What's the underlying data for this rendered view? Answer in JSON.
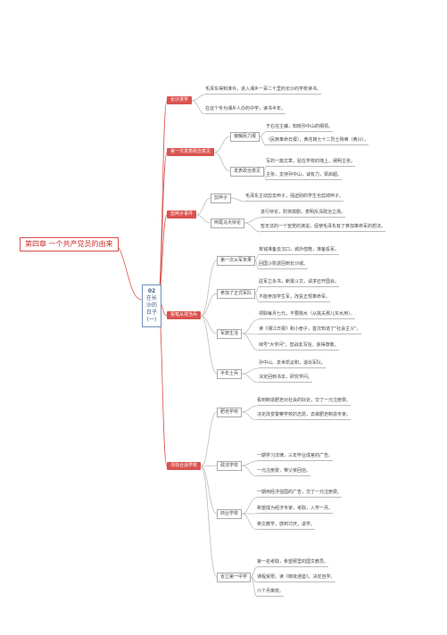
{
  "root": "第四章 一个共产党员的由来",
  "center": {
    "number": "02",
    "title": "在长沙的日子(一)"
  },
  "nodes": [
    {
      "key": "a",
      "label": "长沙求学",
      "children": [
        {
          "label": "毛泽东得到准许，进入湘乡一百二十里的长沙的学校读书。"
        },
        {
          "label": "在这个专为湘乡人办的中学，读书半年。"
        }
      ]
    },
    {
      "key": "b",
      "label": "第一次发表政治意见",
      "children": [
        {
          "label": "接触民力报",
          "children": [
            {
              "label": "于右任主编，知晓孙中山的纲领。"
            },
            {
              "label": "（民族革命日报），黄花岗七十二烈士殉难（黄兴）。"
            }
          ]
        },
        {
          "label": "发表政治意见",
          "children": [
            {
              "label": "写的一篇文章，贴在学校的墙上，阐明主张。"
            },
            {
              "label": "主张，支持孙中山，谈有力，梁启超。"
            }
          ]
        }
      ]
    },
    {
      "key": "c",
      "label": "剪辫子事件",
      "children": [
        {
          "label": "剪辫子",
          "children": [
            {
              "label": "毛泽东主动剪去辫子，强迫别的学生也剪掉辫子。"
            }
          ]
        },
        {
          "label": "辫尾马大辩论",
          "children": [
            {
              "label": "进行辩论，防将搞剧，表明反清政治立场。"
            },
            {
              "label": "暂无法的一个宣党的演说，促使毛泽东有了参加革命军的想法。"
            }
          ]
        }
      ]
    },
    {
      "key": "d",
      "label": "投笔从戎当兵",
      "children": [
        {
          "label": "第一次从军未果",
          "children": [
            {
              "label": "筹钱准备去汉口，城外借鞋，准备投军。"
            },
            {
              "label": "回国斗败返回到长沙城。"
            }
          ]
        },
        {
          "label": "参加了正式军队",
          "children": [
            {
              "label": "驻军立永书，断报斗文，请求召开国会。"
            },
            {
              "label": "不能参加学生军，改投正规革命军。"
            }
          ]
        },
        {
          "label": "军旅生活",
          "children": [
            {
              "label": "领取每月七元，不要挑水（从挑夫那儿买水用）。"
            },
            {
              "label": "读《湘江日报》和小册子，首次知道了\"社会主义\"。"
            },
            {
              "label": "绰号\"大学问\"，替战友写信，获得尊敬。"
            }
          ]
        },
        {
          "label": "半年士兵",
          "children": [
            {
              "label": "孙中山、袁世凯议和，退出军队。"
            },
            {
              "label": "决定回到书本，研究学问。"
            }
          ]
        }
      ]
    },
    {
      "key": "e",
      "label": "寻找合适学校",
      "children": [
        {
          "label": "肥皂学校",
          "children": [
            {
              "label": "看到制造肥皂对社会的好处，交了一元注册费。"
            },
            {
              "label": "决定改变警察学校的志愿，去做肥皂制造专家。"
            }
          ]
        },
        {
          "label": "政法学校",
          "children": [
            {
              "label": "一期学习法律，三年毕业成官的广告。"
            },
            {
              "label": "一元注册费，带父亲回信。"
            }
          ]
        },
        {
          "label": "商业学校",
          "children": [
            {
              "label": "一期用经济强国的广告，交了一元注册费。"
            },
            {
              "label": "希望成为经济专家，考取，入学一月。"
            },
            {
              "label": "英文教学，感到讨厌，退学。"
            }
          ]
        },
        {
          "label": "省立第一中学",
          "children": [
            {
              "label": "第一名考取，希望那里的国文教员。"
            },
            {
              "label": "课程受限，读《御批通鉴》，决定自学。"
            },
            {
              "label": "六个月离校。"
            }
          ]
        }
      ]
    }
  ]
}
